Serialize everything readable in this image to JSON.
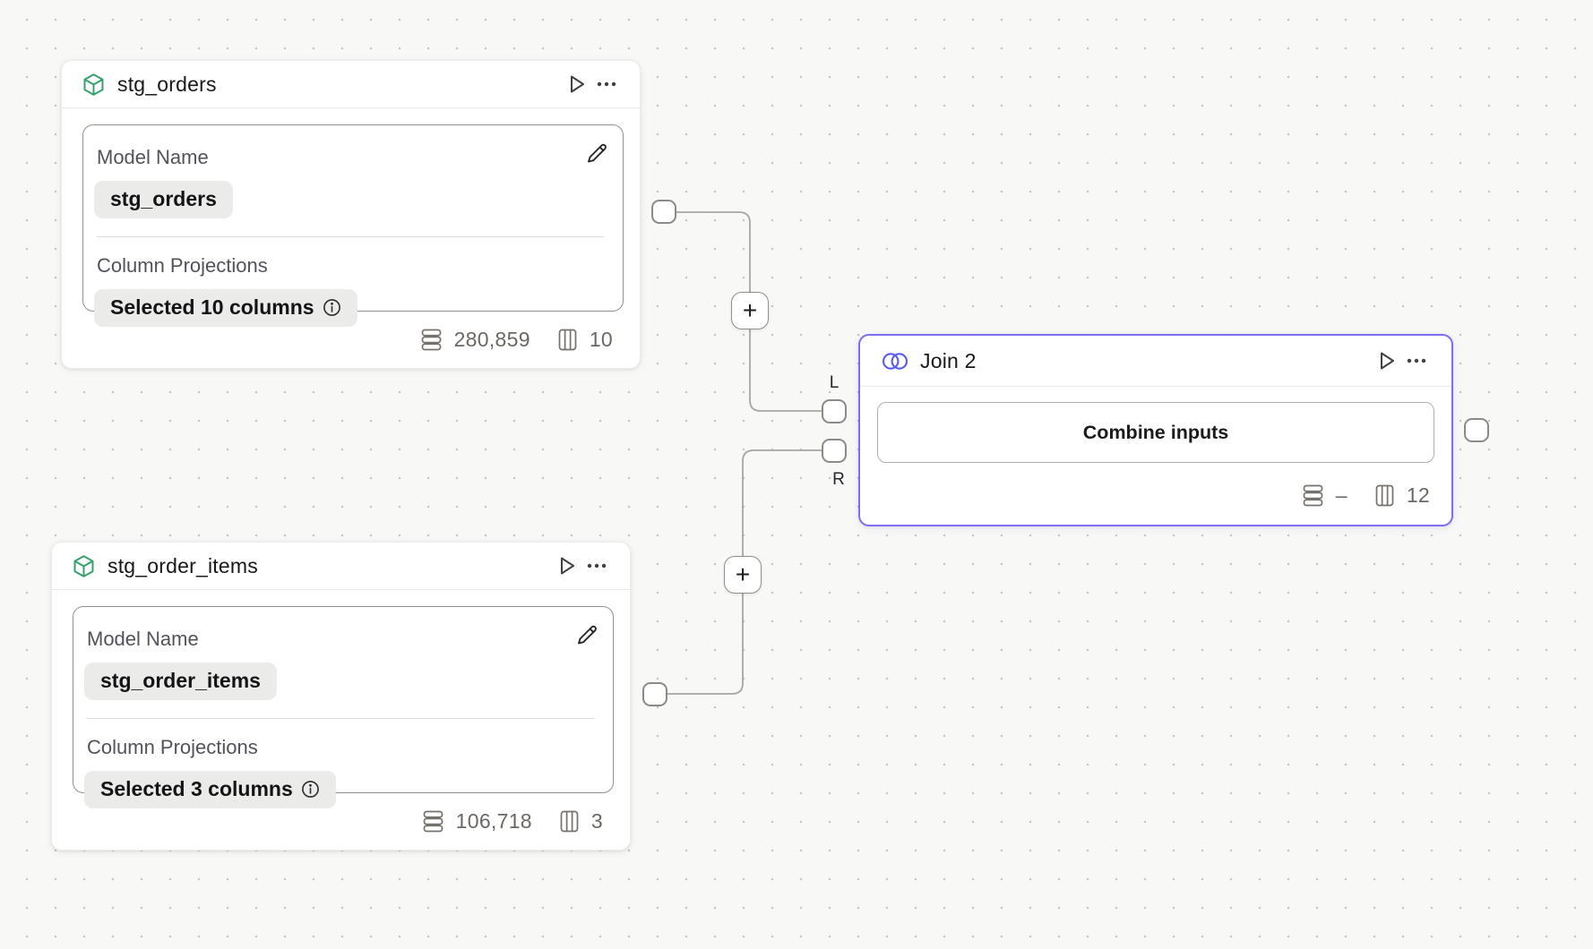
{
  "canvas": {
    "background_color": "#f8f8f7",
    "dot_color": "#c7c6c3",
    "add_step_button_label": "+"
  },
  "colors": {
    "model_icon_green": "#34a06c",
    "join_icon_indigo": "#5a5af0",
    "join_selected_border": "#7d6df3",
    "edge_gray": "#a8a5a1",
    "chip_background": "#ebebea",
    "stats_text": "#6b6762"
  },
  "icons": {
    "model_node_type": "cube-icon",
    "join_node_type": "venn-icon",
    "run": "play-icon",
    "more_menu": "ellipsis-icon",
    "edit": "pencil-icon",
    "info": "info-icon",
    "row_count": "rows-icon",
    "column_count": "columns-icon"
  },
  "nodes": {
    "stg_orders": {
      "title": "stg_orders",
      "model_name_label": "Model Name",
      "model_name_value": "stg_orders",
      "column_projections_label": "Column Projections",
      "column_projections_value": "Selected 10 columns",
      "stats": {
        "rows": "280,859",
        "columns": "10"
      }
    },
    "stg_order_items": {
      "title": "stg_order_items",
      "model_name_label": "Model Name",
      "model_name_value": "stg_order_items",
      "column_projections_label": "Column Projections",
      "column_projections_value": "Selected 3 columns",
      "stats": {
        "rows": "106,718",
        "columns": "3"
      }
    },
    "join": {
      "title": "Join 2",
      "combine_button_label": "Combine inputs",
      "left_input_label": "L",
      "right_input_label": "R",
      "stats": {
        "rows": "–",
        "columns": "12"
      }
    }
  }
}
